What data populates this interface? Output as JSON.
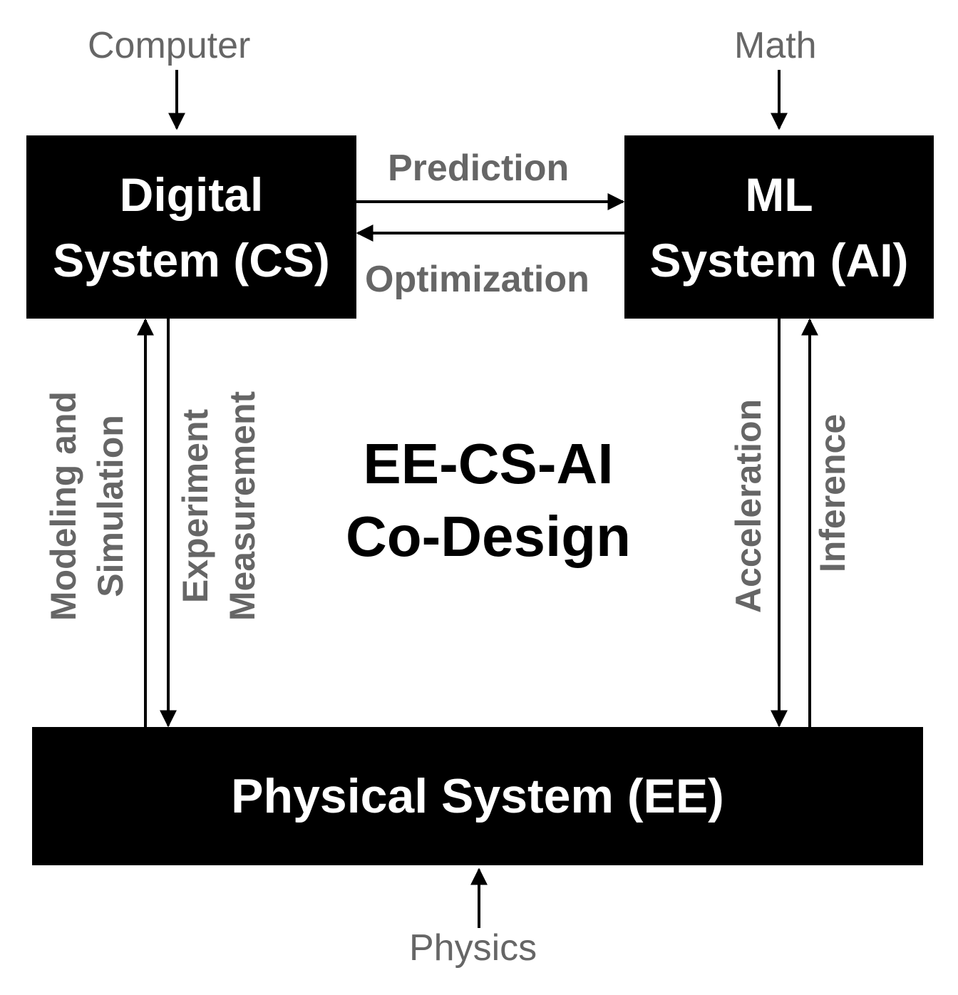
{
  "sources": {
    "computer": "Computer",
    "math": "Math",
    "physics": "Physics"
  },
  "boxes": {
    "digital": {
      "line1": "Digital",
      "line2": "System (CS)"
    },
    "ml": {
      "line1": "ML",
      "line2": "System (AI)"
    },
    "physical": {
      "label": "Physical System (EE)"
    }
  },
  "arrows": {
    "prediction": "Prediction",
    "optimization": "Optimization",
    "modeling": {
      "line1": "Modeling and",
      "line2": "Simulation"
    },
    "experiment": {
      "line1": "Experiment",
      "line2": "Measurement"
    },
    "acceleration": "Acceleration",
    "inference": "Inference"
  },
  "center": {
    "line1": "EE-CS-AI",
    "line2": "Co-Design"
  },
  "colors": {
    "box": "#000000",
    "box_text": "#ffffff",
    "label": "#666666",
    "arrow": "#000000"
  }
}
